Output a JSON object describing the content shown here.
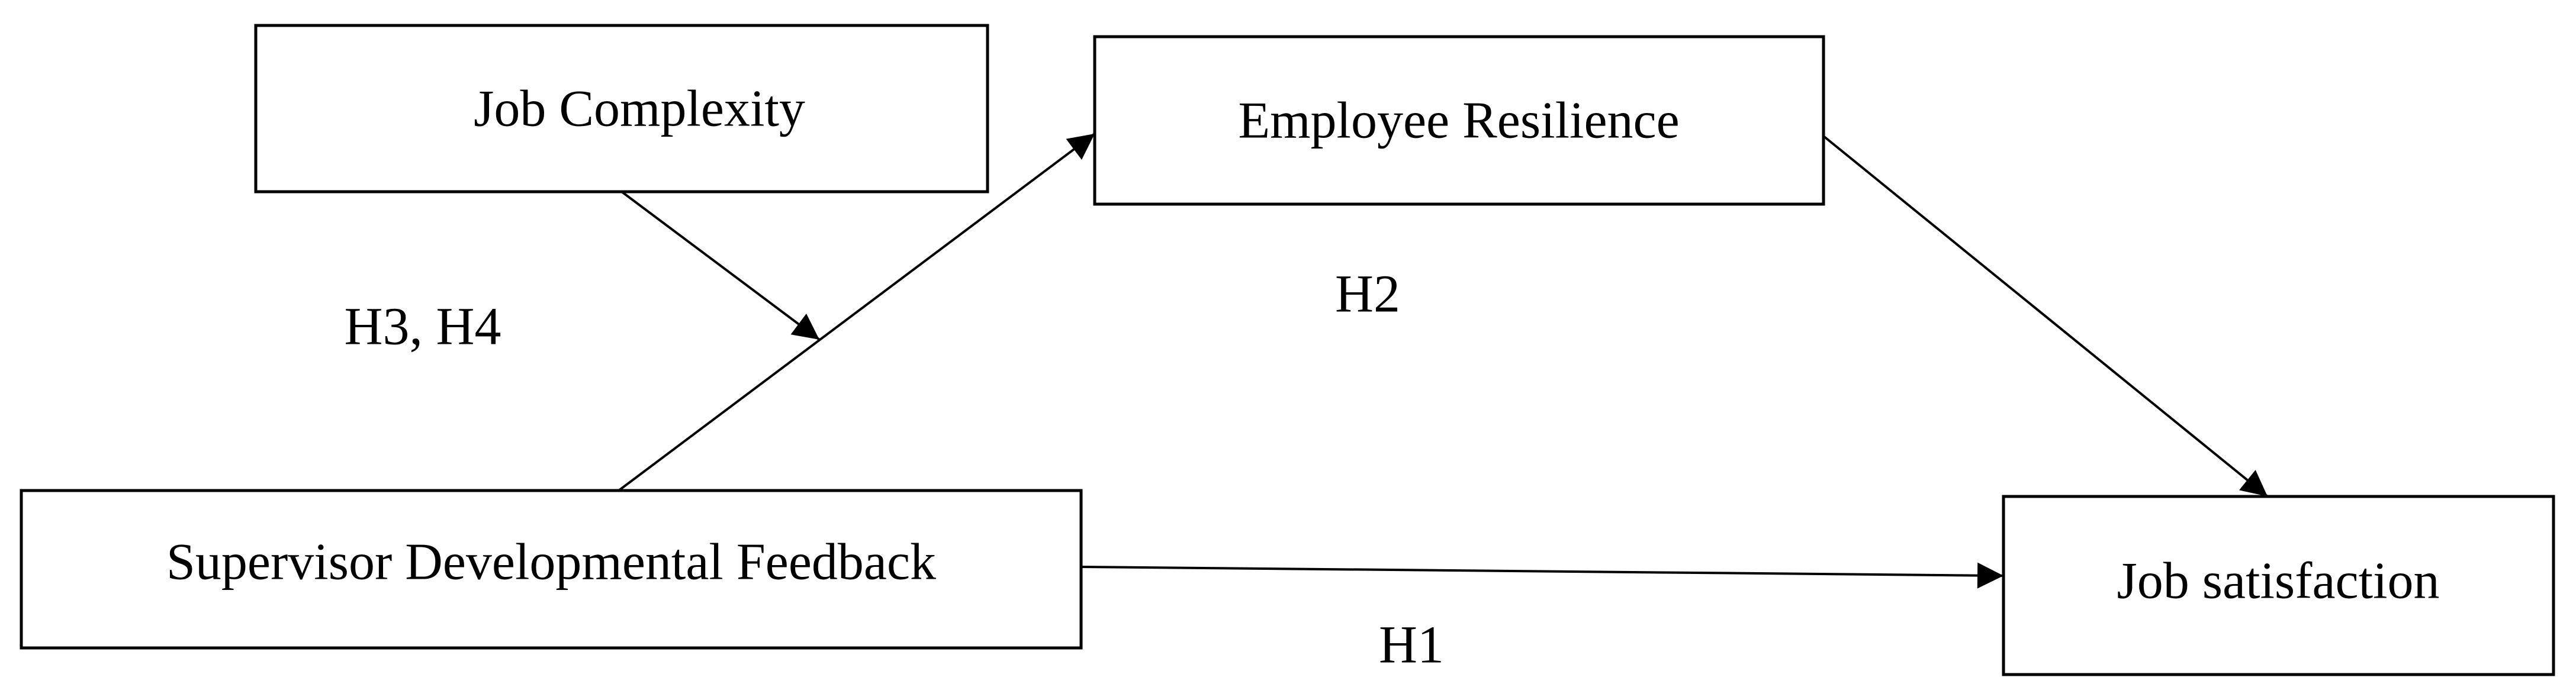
{
  "figure": {
    "type": "hypothesis-path-model",
    "nodes": [
      {
        "id": "job-complexity",
        "label": "Job Complexity"
      },
      {
        "id": "employee-resilience",
        "label": "Employee Resilience"
      },
      {
        "id": "supervisor-developmental-feedback",
        "label": "Supervisor Developmental Feedback"
      },
      {
        "id": "job-satisfaction",
        "label": "Job satisfaction"
      }
    ],
    "edges": [
      {
        "id": "mediation-first-leg",
        "from": "supervisor-developmental-feedback",
        "to": "employee-resilience"
      },
      {
        "id": "moderation-arrow",
        "from": "job-complexity",
        "to": "path:supervisor-developmental-feedback->employee-resilience"
      },
      {
        "id": "mediation-second-leg",
        "from": "employee-resilience",
        "to": "job-satisfaction"
      },
      {
        "id": "direct-effect",
        "from": "supervisor-developmental-feedback",
        "to": "job-satisfaction"
      }
    ],
    "annotations": [
      {
        "id": "h3-h4",
        "text": "H3, H4"
      },
      {
        "id": "h2",
        "text": "H2"
      },
      {
        "id": "h1",
        "text": "H1"
      }
    ],
    "colors": {
      "ink": "#000000",
      "background": "#ffffff"
    }
  }
}
